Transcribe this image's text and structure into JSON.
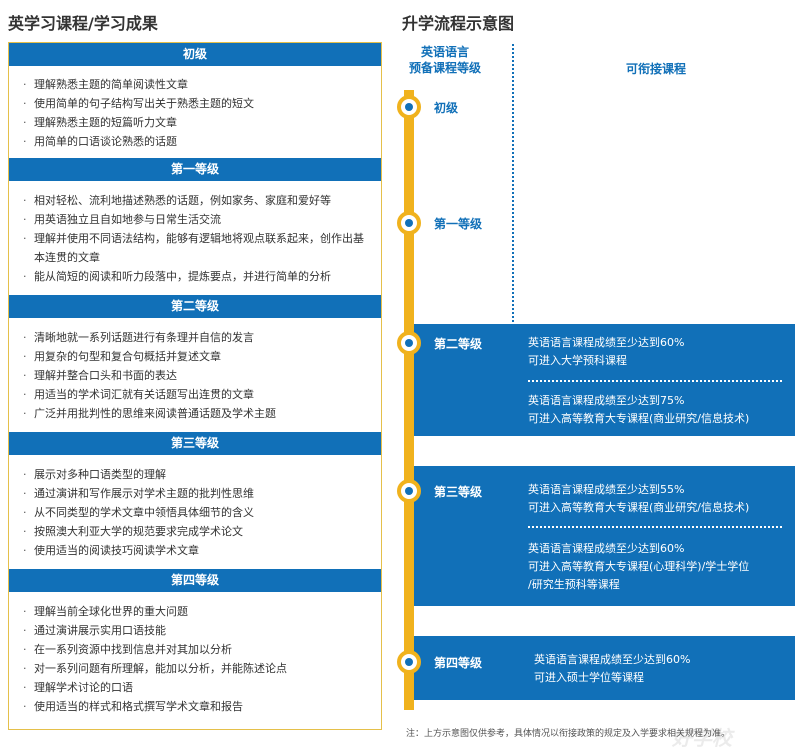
{
  "left_title": "英学习课程/学习成果",
  "right_title": "升学流程示意图",
  "curriculum": [
    {
      "name": "初级",
      "items": [
        "理解熟悉主题的简单阅读性文章",
        "使用简单的句子结构写出关于熟悉主题的短文",
        "理解熟悉主题的短篇听力文章",
        "用简单的口语谈论熟悉的话题"
      ]
    },
    {
      "name": "第一等级",
      "items": [
        "相对轻松、流利地描述熟悉的话题，例如家务、家庭和爱好等",
        "用英语独立且自如地参与日常生活交流",
        "理解并使用不同语法结构，能够有逻辑地将观点联系起来，创作出基本连贯的文章",
        "能从简短的阅读和听力段落中，提炼要点，并进行简单的分析"
      ]
    },
    {
      "name": "第二等级",
      "items": [
        "清晰地就一系列话题进行有条理并自信的发言",
        "用复杂的句型和复合句概括并复述文章",
        "理解并整合口头和书面的表达",
        "用适当的学术词汇就有关话题写出连贯的文章",
        "广泛并用批判性的思维来阅读普通话题及学术主题"
      ]
    },
    {
      "name": "第三等级",
      "items": [
        "展示对多种口语类型的理解",
        "通过演讲和写作展示对学术主题的批判性思维",
        "从不同类型的学术文章中领悟具体细节的含义",
        "按照澳大利亚大学的规范要求完成学术论文",
        "使用适当的阅读技巧阅读学术文章"
      ]
    },
    {
      "name": "第四等级",
      "items": [
        "理解当前全球化世界的重大问题",
        "通过演讲展示实用口语技能",
        "在一系列资源中找到信息并对其加以分析",
        "对一系列问题有所理解，能加以分析，并能陈述论点",
        "理解学术讨论的口语",
        "使用适当的样式和格式撰写学术文章和报告"
      ]
    }
  ],
  "pathway": {
    "col_left_line1": "英语语言",
    "col_left_line2": "预备课程等级",
    "col_right": "可衔接课程",
    "stages": [
      {
        "label": "初级",
        "options": []
      },
      {
        "label": "第一等级",
        "options": []
      },
      {
        "label": "第二等级",
        "options": [
          {
            "line1": "英语语言课程成绩至少达到60%",
            "line2": "可进入大学预科课程"
          },
          {
            "line1": "英语语言课程成绩至少达到75%",
            "line2": "可进入高等教育大专课程(商业研究/信息技术)"
          }
        ]
      },
      {
        "label": "第三等级",
        "options": [
          {
            "line1": "英语语言课程成绩至少达到55%",
            "line2": "可进入高等教育大专课程(商业研究/信息技术)"
          },
          {
            "line1": "英语语言课程成绩至少达到60%",
            "line2": "可进入高等教育大专课程(心理科学)/学士学位",
            "line3": "/研究生预科等课程"
          }
        ]
      },
      {
        "label": "第四等级",
        "options": [
          {
            "line1": "英语语言课程成绩至少达到60%",
            "line2": "可进入硕士学位等课程"
          }
        ]
      }
    ]
  },
  "footnote": "注：上方示意图仅供参考，具体情况以衔接政策的规定及入学要求相关规程为准。",
  "watermark": "好学校",
  "colors": {
    "primary_blue": "#1170b8",
    "accent_yellow": "#f0b21d",
    "border_gold": "#e5c04a"
  }
}
